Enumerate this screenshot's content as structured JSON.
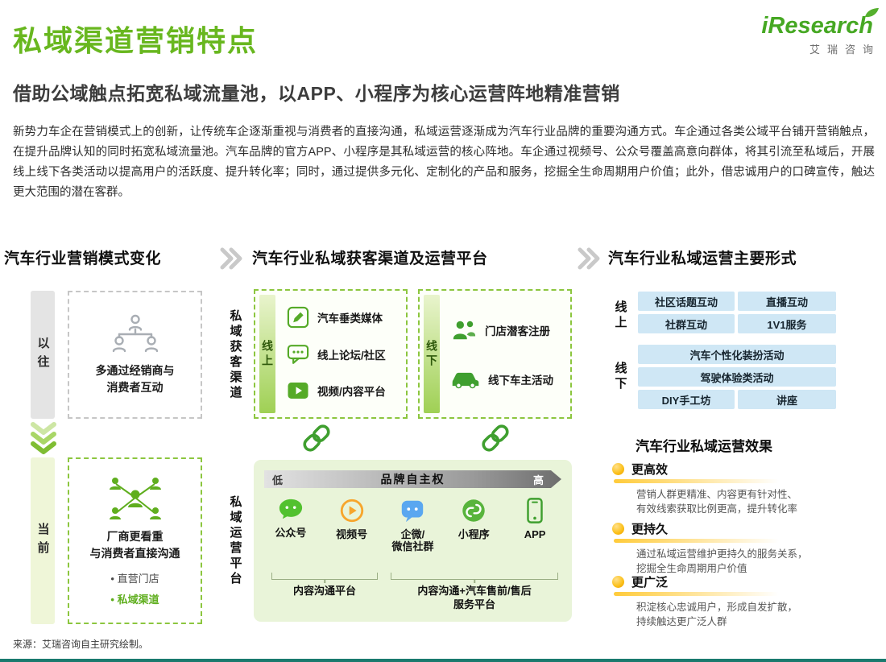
{
  "page": {
    "title": "私域渠道营销特点",
    "subtitle": "借助公域触点拓宽私域流量池，以APP、小程序为核心运营阵地精准营销",
    "intro": "新势力车企在营销模式上的创新，让传统车企逐渐重视与消费者的直接沟通，私域运营逐渐成为汽车行业品牌的重要沟通方式。车企通过各类公域平台铺开营销触点，在提升品牌认知的同时拓宽私域流量池。汽车品牌的官方APP、小程序是其私域运营的核心阵地。车企通过视频号、公众号覆盖高意向群体，将其引流至私域后，开展线上线下各类活动以提高用户的活跃度、提升转化率；同时，通过提供多元化、定制化的产品和服务，挖掘全生命周期用户价值；此外，借忠诚用户的口碑宣传，触达更大范围的潜在客群。",
    "source": "来源：艾瑞咨询自主研究绘制。"
  },
  "logo": {
    "brand": "iResearch",
    "brand_cn": "艾瑞咨询"
  },
  "sections": {
    "col1": "汽车行业营销模式变化",
    "col2": "汽车行业私域获客渠道及运营平台",
    "col3": "汽车行业私域运营主要形式"
  },
  "evolution": {
    "past_label": "以往",
    "past_text": "多通过经销商与\n消费者互动",
    "current_label": "当前",
    "current_text": "厂商更看重\n与消费者直接沟通",
    "current_bullet_1": "• 直营门店",
    "current_bullet_2": "• 私域渠道"
  },
  "acquisition": {
    "side_label": "私域获客渠道",
    "online_label": "线上",
    "online_items": [
      "汽车垂类媒体",
      "线上论坛/社区",
      "视频/内容平台"
    ],
    "offline_label": "线下",
    "offline_items": [
      "门店潜客注册",
      "线下车主活动"
    ]
  },
  "platform": {
    "side_label": "私域运营平台",
    "axis_low": "低",
    "axis_label": "品牌自主权",
    "axis_high": "高",
    "items": [
      "公众号",
      "视频号",
      "企微/\n微信社群",
      "小程序",
      "APP"
    ],
    "group_1": "内容沟通平台",
    "group_2": "内容沟通+汽车售前/售后\n服务平台"
  },
  "operation": {
    "online_label": "线上",
    "online_items": [
      "社区话题互动",
      "直播互动",
      "社群互动",
      "1V1服务"
    ],
    "offline_label": "线下",
    "offline_items": [
      "汽车个性化装扮活动",
      "驾驶体验类活动",
      "DIY手工坊",
      "讲座"
    ],
    "effect_title": "汽车行业私域运营效果",
    "effects": [
      {
        "title": "更高效",
        "desc": "营销人群更精准、内容更有针对性、\n有效线索获取比例更高，提升转化率"
      },
      {
        "title": "更持久",
        "desc": "通过私域运营维护更持久的服务关系，\n挖掘全生命周期用户价值"
      },
      {
        "title": "更广泛",
        "desc": "积淀核心忠诚用户，形成自发扩散，\n持续触达更广泛人群"
      }
    ]
  },
  "colors": {
    "accent_green": "#68b71f",
    "dash_green": "#8cc63f",
    "pill_blue": "#cfe7f5",
    "effect_yellow": "#ffc93a",
    "footer_teal": "#1a7a6e"
  }
}
